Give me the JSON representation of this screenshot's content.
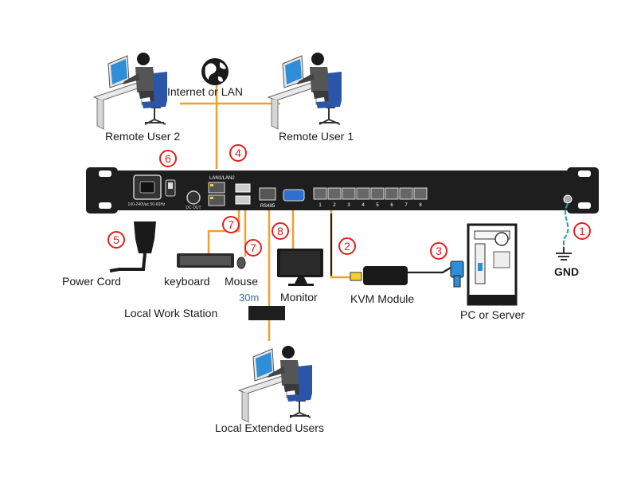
{
  "labels": {
    "internet_or_lan": "Internet or LAN",
    "remote_user_2": "Remote User 2",
    "remote_user_1": "Remote User 1",
    "power_cord": "Power Cord",
    "keyboard": "keyboard",
    "mouse": "Mouse",
    "monitor": "Monitor",
    "kvm_module": "KVM Module",
    "pc_or_server": "PC  or Server",
    "gnd": "GND",
    "local_work_station": "Local Work Station",
    "local_extended_users": "Local Extended Users",
    "distance": "30m"
  },
  "panel_text": {
    "lan": "LAN1/LAN2",
    "rs485": "RS485",
    "power_rating": "100-240Vac 50-60Hz",
    "dc_out": "DC OUT",
    "port_numbers": [
      "1",
      "2",
      "3",
      "4",
      "5",
      "6",
      "7",
      "8"
    ]
  },
  "callouts": [
    "1",
    "2",
    "3",
    "4",
    "5",
    "6",
    "7",
    "7",
    "8"
  ],
  "colors": {
    "cable": "#f0a030",
    "callout": "#e02020",
    "rack": "#1e1e1e",
    "ground": "#2aa0a0"
  }
}
